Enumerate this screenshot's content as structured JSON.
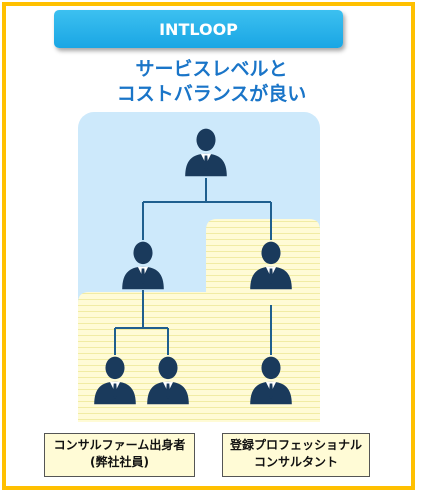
{
  "banner": {
    "label": "INTLOOP"
  },
  "headline": {
    "line1": "サービスレベルと",
    "line2": "コストバランスが良い"
  },
  "icons": {
    "person": "person-in-suit-icon"
  },
  "colors": {
    "frame": "#ffc000",
    "banner": "#1aa6e4",
    "headline": "#1a75c8",
    "blue_region": "#cde9fb",
    "yellow_region": "#fffbd6",
    "connector": "#1f5f8f",
    "person": "#1a3a5c"
  },
  "labels": {
    "firm_alumni": {
      "line1": "コンサルファーム出身者",
      "line2": "(弊社社員)"
    },
    "registered": {
      "line1": "登録プロフェッショナル",
      "line2": "コンサルタント"
    }
  }
}
